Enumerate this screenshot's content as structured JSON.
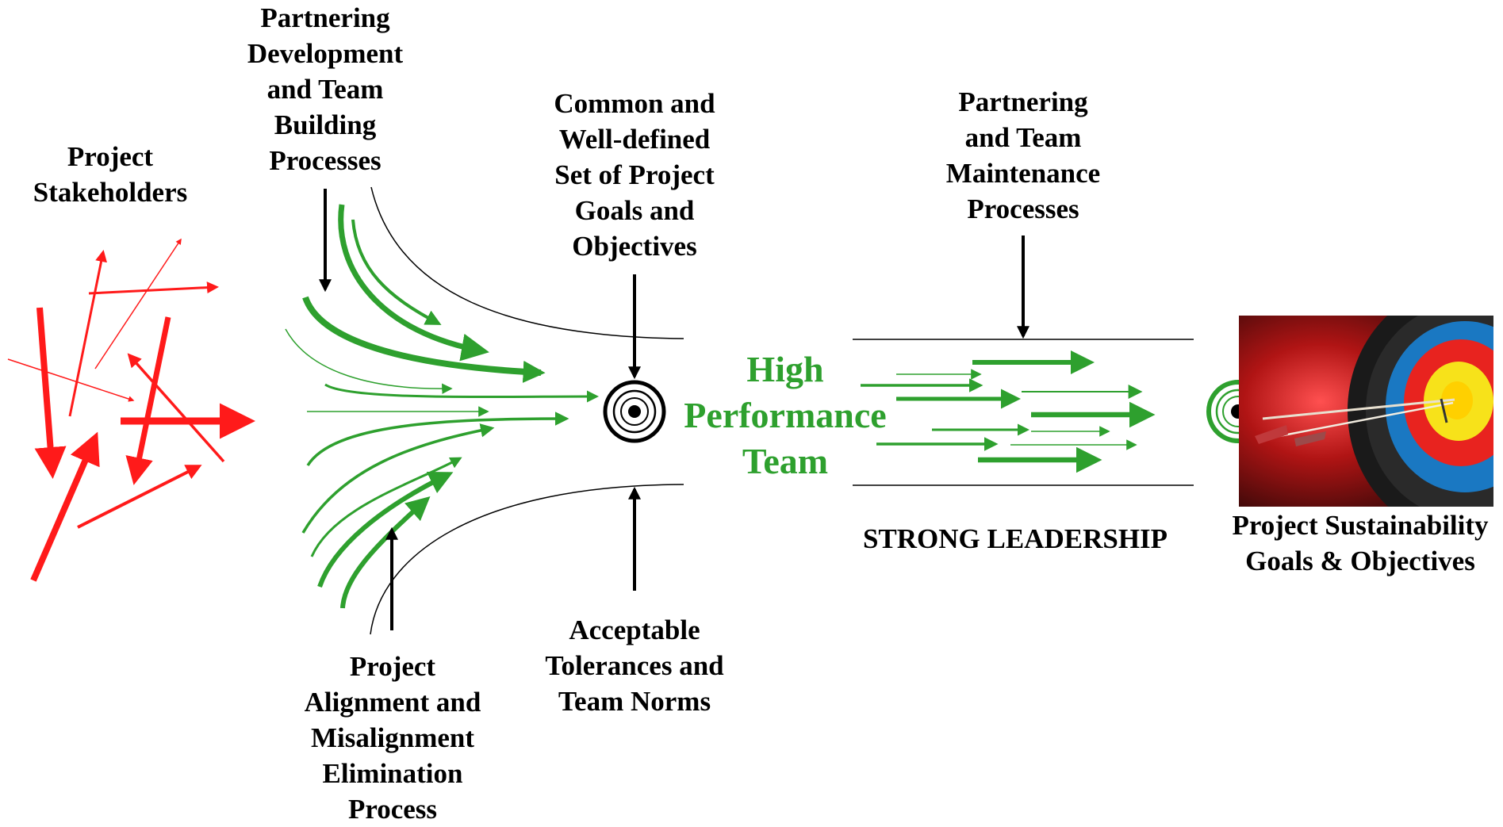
{
  "labels": {
    "project_stakeholders": "Project\nStakeholders",
    "partnering_development": "Partnering\nDevelopment\nand Team\nBuilding\nProcesses",
    "common_goals": "Common and\nWell-defined\nSet of Project\nGoals and\nObjectives",
    "partnering_maintenance": "Partnering\nand Team\nMaintenance\nProcesses",
    "high_performance_team": "High\nPerformance\nTeam",
    "strong_leadership": "STRONG LEADERSHIP",
    "project_sustainability": "Project Sustainability\nGoals & Objectives",
    "project_alignment": "Project\nAlignment and\nMisalignment\nElimination\nProcess",
    "acceptable_tolerances": "Acceptable\nTolerances and\nTeam Norms"
  },
  "colors": {
    "stakeholder_red": "#ff1a1a",
    "team_green": "#2ea02e",
    "line_black": "#000000"
  },
  "icons": [
    "bullseye-icon",
    "green-target-icon",
    "archery-target-image"
  ]
}
